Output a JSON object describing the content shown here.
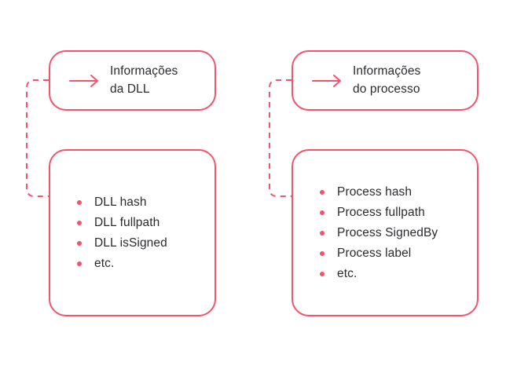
{
  "theme": {
    "background": "#ffffff",
    "accent": "#f5536b",
    "text": "#2b2b2f",
    "bullet": "#f5536b",
    "connector": "#f5536b"
  },
  "groups": [
    {
      "id": "dll",
      "header": {
        "icon": "arrow-right-icon",
        "title": "Informações\nda DLL"
      },
      "items": [
        "DLL hash",
        "DLL fullpath",
        "DLL isSigned",
        "etc."
      ]
    },
    {
      "id": "process",
      "header": {
        "icon": "arrow-right-icon",
        "title": "Informações\ndo processo"
      },
      "items": [
        "Process hash",
        "Process fullpath",
        "Process SignedBy",
        "Process label",
        "etc."
      ]
    }
  ]
}
